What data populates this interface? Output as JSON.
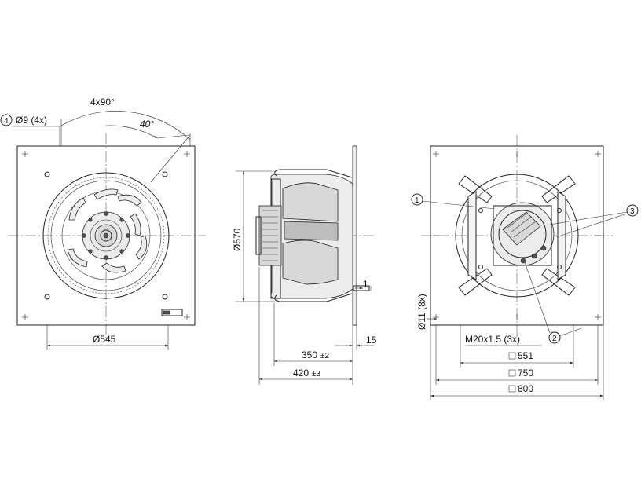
{
  "front_view": {
    "angle_label": "4x90°",
    "angle2_label": "40°",
    "callout_4": "4",
    "hole_label": "Ø9 (4x)",
    "diameter_label": "Ø545"
  },
  "side_view": {
    "height_label": "Ø570",
    "thk_label": "1",
    "dim_350": "350",
    "tol_350": "±2",
    "dim_420": "420",
    "tol_420": "±3",
    "flange_label": "15"
  },
  "rear_view": {
    "callout_1": "1",
    "callout_2": "2",
    "callout_3": "3",
    "hole_label": "Ø11 (8x)",
    "thread_label": "M20x1.5 (3x)",
    "dim_551": "551",
    "dim_750": "750",
    "dim_800": "800"
  }
}
